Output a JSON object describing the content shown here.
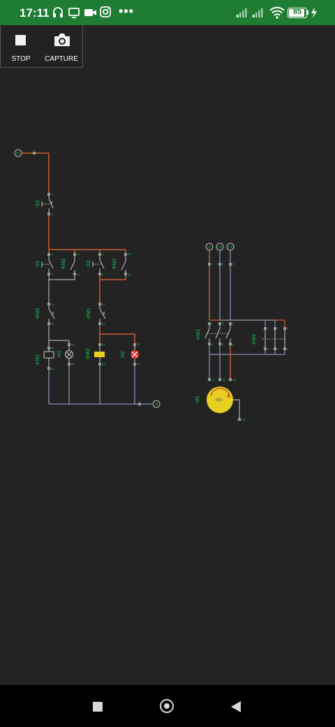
{
  "status_bar": {
    "time": "17:11",
    "battery": "85",
    "icons": [
      "headphones-icon",
      "cast-icon",
      "video-icon",
      "instagram-icon",
      "more-icon",
      "signal-icon",
      "signal-icon",
      "wifi-icon",
      "battery-icon",
      "charging-icon"
    ]
  },
  "toolbar": {
    "stop_label": "STOP",
    "capture_label": "CAPTURE"
  },
  "colors": {
    "status_bar": "#1e7c33",
    "background": "#232323",
    "wire_energized": "#c8602a",
    "wire_neutral": "#8890b8",
    "component": "#d0d0d0",
    "label": "#19c859",
    "coil_active": "#e8d020",
    "lamp_on": "#e53030",
    "motor": "#e8d020"
  },
  "diagram": {
    "control": {
      "terminal_l1": "L1",
      "terminal_n": "N",
      "s3": "-S3",
      "s1": "-S1",
      "km1_holding": "-KM1",
      "s2": "-S2",
      "km2_holding": "-KM2",
      "km2_interlock": "-KM2",
      "km1_interlock": "-KM1",
      "km1_coil": "-KM1",
      "h1": "-H1",
      "km2_coil": "-KM2",
      "h2": "H2",
      "pin_a1": "A1",
      "pin_a2": "A2",
      "pin_x1": "X1",
      "pin_x2": "X2",
      "pin_1": "1",
      "pin_2": "2",
      "pin_3": "3",
      "pin_4": "4",
      "pin_13": "13",
      "pin_14": "14",
      "pin_21": "21",
      "pin_22": "22"
    },
    "power": {
      "terminal_l1": "L1",
      "terminal_l2": "L2",
      "terminal_l3": "L3",
      "km1": "-KM1",
      "km2": "-KM2",
      "motor_label": "-M1",
      "motor_text": "M3~",
      "pin_1": "1",
      "pin_2": "2",
      "pin_3": "3",
      "pin_4": "4",
      "pin_5": "5",
      "pin_6": "6",
      "pin_u1": "U1",
      "pin_v1": "V1",
      "pin_w1": "W1",
      "pin_pe": "PE"
    }
  },
  "nav": {
    "icons": [
      "recents-icon",
      "home-icon",
      "back-icon"
    ]
  }
}
